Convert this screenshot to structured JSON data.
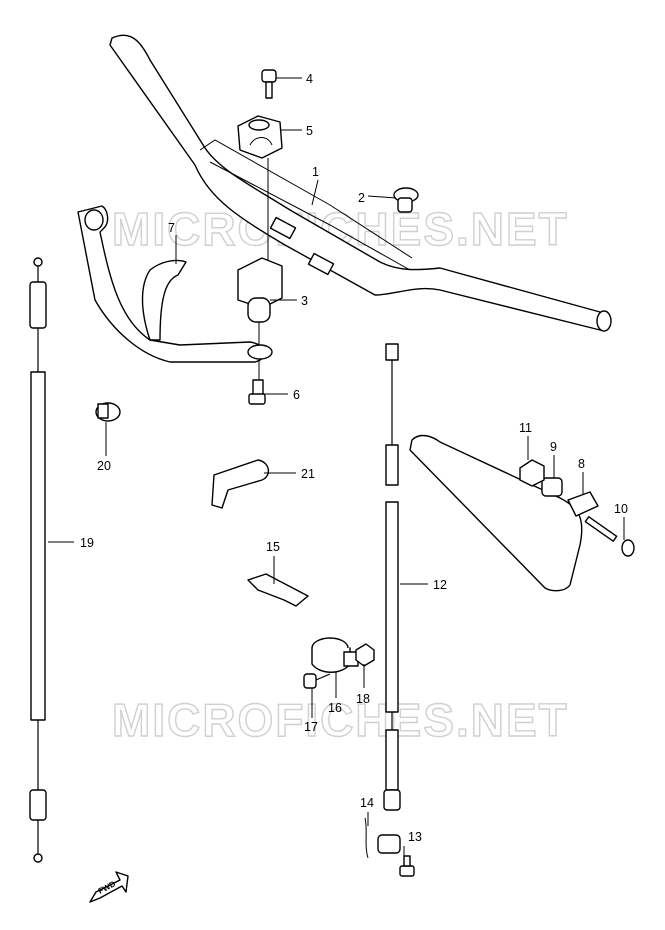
{
  "watermark": "MICROFICHES.NET",
  "fwd_label": "FWD",
  "labels": [
    "1",
    "2",
    "3",
    "4",
    "5",
    "6",
    "7",
    "8",
    "9",
    "10",
    "11",
    "12",
    "13",
    "14",
    "15",
    "16",
    "17",
    "18",
    "19",
    "20",
    "21"
  ]
}
